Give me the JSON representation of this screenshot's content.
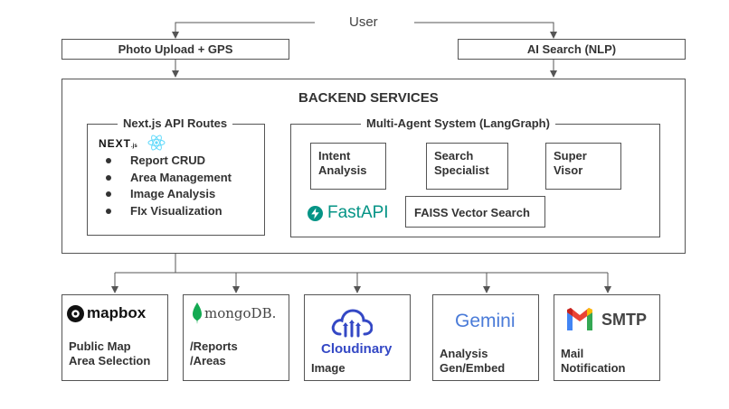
{
  "top": {
    "user": "User"
  },
  "inputs": {
    "photo": "Photo Upload + GPS",
    "search": "AI Search (NLP)"
  },
  "backend": {
    "title": "BACKEND SERVICES",
    "routes": {
      "title": "Next.js API Routes",
      "logo_text": "NEXT",
      "logo_sub": ".js",
      "items": [
        "Report CRUD",
        "Area Management",
        "Image Analysis",
        "FIx Visualization"
      ]
    },
    "agents": {
      "title": "Multi-Agent System (LangGraph)",
      "intent": [
        "Intent",
        "Analysis"
      ],
      "specialist": [
        "Search",
        "Specialist"
      ],
      "supervisor": [
        "Super",
        "Visor"
      ],
      "fastapi": "FastAPI",
      "faiss": "FAISS Vector Search"
    }
  },
  "services": {
    "mapbox": {
      "logo": "mapbox",
      "lines": [
        "Public Map",
        "Area Selection"
      ]
    },
    "mongodb": {
      "logo": "mongoDB.",
      "lines": [
        "/Reports",
        "/Areas"
      ]
    },
    "cloudinary": {
      "logo": "Cloudinary",
      "lines": [
        "Image"
      ]
    },
    "gemini": {
      "logo": "Gemini",
      "lines": [
        "Analysis",
        "Gen/Embed"
      ]
    },
    "smtp": {
      "logo": "SMTP",
      "lines": [
        "Mail",
        "Notification"
      ]
    }
  },
  "colors": {
    "line": "#555555",
    "fastapi": "#059486",
    "mongodb": "#13aa52",
    "cloudinary": "#3448c5",
    "gemini": "#4a7bd8",
    "react": "#61dafb",
    "gmail_red": "#ea4335",
    "gmail_blue": "#4285f4",
    "gmail_green": "#34a853",
    "gmail_yellow": "#fbbc04"
  },
  "icons": [
    "nextjs-logo",
    "react-icon",
    "fastapi-logo",
    "mapbox-logo",
    "mongodb-leaf-icon",
    "cloudinary-cloud-icon",
    "gemini-logo",
    "gmail-icon"
  ]
}
